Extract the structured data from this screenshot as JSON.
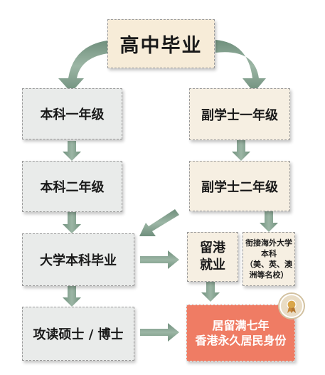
{
  "nodes": {
    "high_school": "高中毕业",
    "bachelor_year1": "本科一年级",
    "bachelor_year2": "本科二年级",
    "bachelor_graduate": "大学本科毕业",
    "masters_phd": "攻读硕士 / 博士",
    "associate_year1": "副学士一年级",
    "associate_year2": "副学士二年级",
    "stay_hk_work": {
      "line1": "留港",
      "line2": "就业"
    },
    "overseas_bachelor": {
      "line1": "衔接海外大学",
      "line2": "本科",
      "line3": "（美、英、澳",
      "line4": "洲等名校）"
    },
    "permanent_residency": {
      "line1": "居留满七年",
      "line2": "香港永久居民身份"
    }
  },
  "colors": {
    "arrow": "#7b9a87",
    "gray_box": "#e9ebea",
    "cream_box": "#f6efe2",
    "highlight_box": "#ef7c64"
  }
}
